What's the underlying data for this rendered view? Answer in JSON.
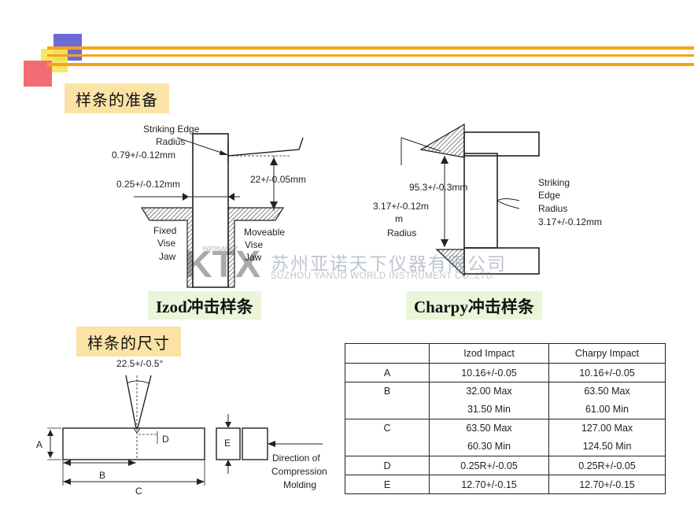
{
  "header": {
    "colors": {
      "blue": "#6b6bd6",
      "yellow": "#f7e65b",
      "red": "#f26c74",
      "orange": "#f7a21b"
    }
  },
  "sections": {
    "prep_title": "样条的准备",
    "dims_title": "样条的尺寸"
  },
  "izod_diagram": {
    "caption": "Izod冲击样条",
    "striking_edge": [
      "Striking  Edge",
      "Radius",
      "0.79+/-0.12mm"
    ],
    "notch_radius": "0.25+/-0.12mm",
    "height": "22+/-0.05mm",
    "fixed_jaw": [
      "Fixed",
      "Vise",
      "Jaw"
    ],
    "moveable_jaw": [
      "Moveable",
      "Vise",
      "Jaw"
    ]
  },
  "charpy_diagram": {
    "caption": "Charpy冲击样条",
    "span": "95.3+/-0.3mm",
    "support_radius": [
      "3.17+/-0.12m",
      "m",
      "Radius"
    ],
    "striking_edge": [
      "Striking",
      "Edge",
      "Radius",
      "3.17+/-0.12mm"
    ]
  },
  "specimen_diagram": {
    "angle": "22.5+/-0.5°",
    "labels": {
      "a": "A",
      "b": "B",
      "c": "C",
      "d": "D",
      "e": "E"
    },
    "direction": [
      "Direction  of",
      "Compression",
      "Molding"
    ]
  },
  "watermark": {
    "logo": "KTX",
    "logo_sub": "INSTRUMENT",
    "company_cn": "苏州亚诺天下仪器有限公司",
    "company_en": "SUZHOU YANUO WORLD INSTRUMENT CO.,LTD."
  },
  "spec_table": {
    "headers": [
      "",
      "Izod  Impact",
      "Charpy  Impact"
    ],
    "rows": [
      {
        "label": "A",
        "izod": [
          "10.16+/-0.05"
        ],
        "charpy": [
          "10.16+/-0.05"
        ]
      },
      {
        "label": "B",
        "izod": [
          "32.00  Max",
          "31.50  Min"
        ],
        "charpy": [
          "63.50  Max",
          "61.00  Min"
        ]
      },
      {
        "label": "C",
        "izod": [
          "63.50  Max",
          "60.30  Min"
        ],
        "charpy": [
          "127.00  Max",
          "124.50  Min"
        ]
      },
      {
        "label": "D",
        "izod": [
          "0.25R+/-0.05"
        ],
        "charpy": [
          "0.25R+/-0.05"
        ]
      },
      {
        "label": "E",
        "izod": [
          "12.70+/-0.15"
        ],
        "charpy": [
          "12.70+/-0.15"
        ]
      }
    ]
  }
}
